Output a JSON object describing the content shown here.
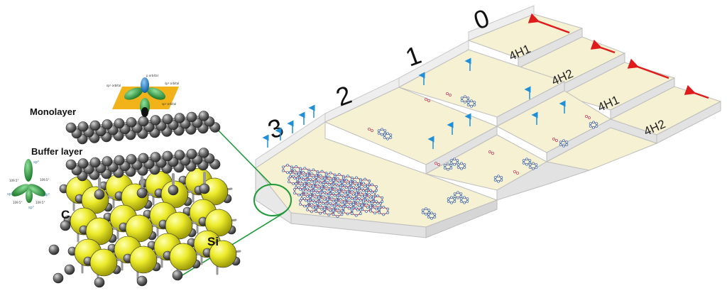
{
  "labels": {
    "monolayer": "Monolayer",
    "buffer_layer": "Buffer layer",
    "carbon": "C",
    "silicon": "Si"
  },
  "orbital_top": {
    "p_orbital": "p orbital",
    "sp2_left": "sp² orbital",
    "sp2_right": "sp² orbital",
    "sp2_bottom": "sp² orbital"
  },
  "orbital_left": {
    "angle_1": "109.5°",
    "angle_2": "109.5°",
    "angle_3": "109.5°",
    "angle_4": "109.5°",
    "sp3_a": "sp³",
    "sp3_b": "sp³",
    "sp3_c": "sp³",
    "sp3_d": "sp³"
  },
  "step_numbers": [
    "3",
    "2",
    "1",
    "0"
  ],
  "stacking_tags": [
    "4H1",
    "4H2",
    "4H1",
    "4H2"
  ],
  "colors": {
    "terrace": "#f6f1d3",
    "riser": "#e3e3e3",
    "si_atom": "#e6e21a",
    "c_atom": "#6b6b6b",
    "link_line": "#1f9a3a",
    "arrow_red": "#e01b1b",
    "arrow_blue": "#1f8fd8",
    "ring_red": "#d64553",
    "sheet_orange": "#f2b21a",
    "lobe_green": "#2e9e3e",
    "lobe_blue": "#1c79c8"
  }
}
